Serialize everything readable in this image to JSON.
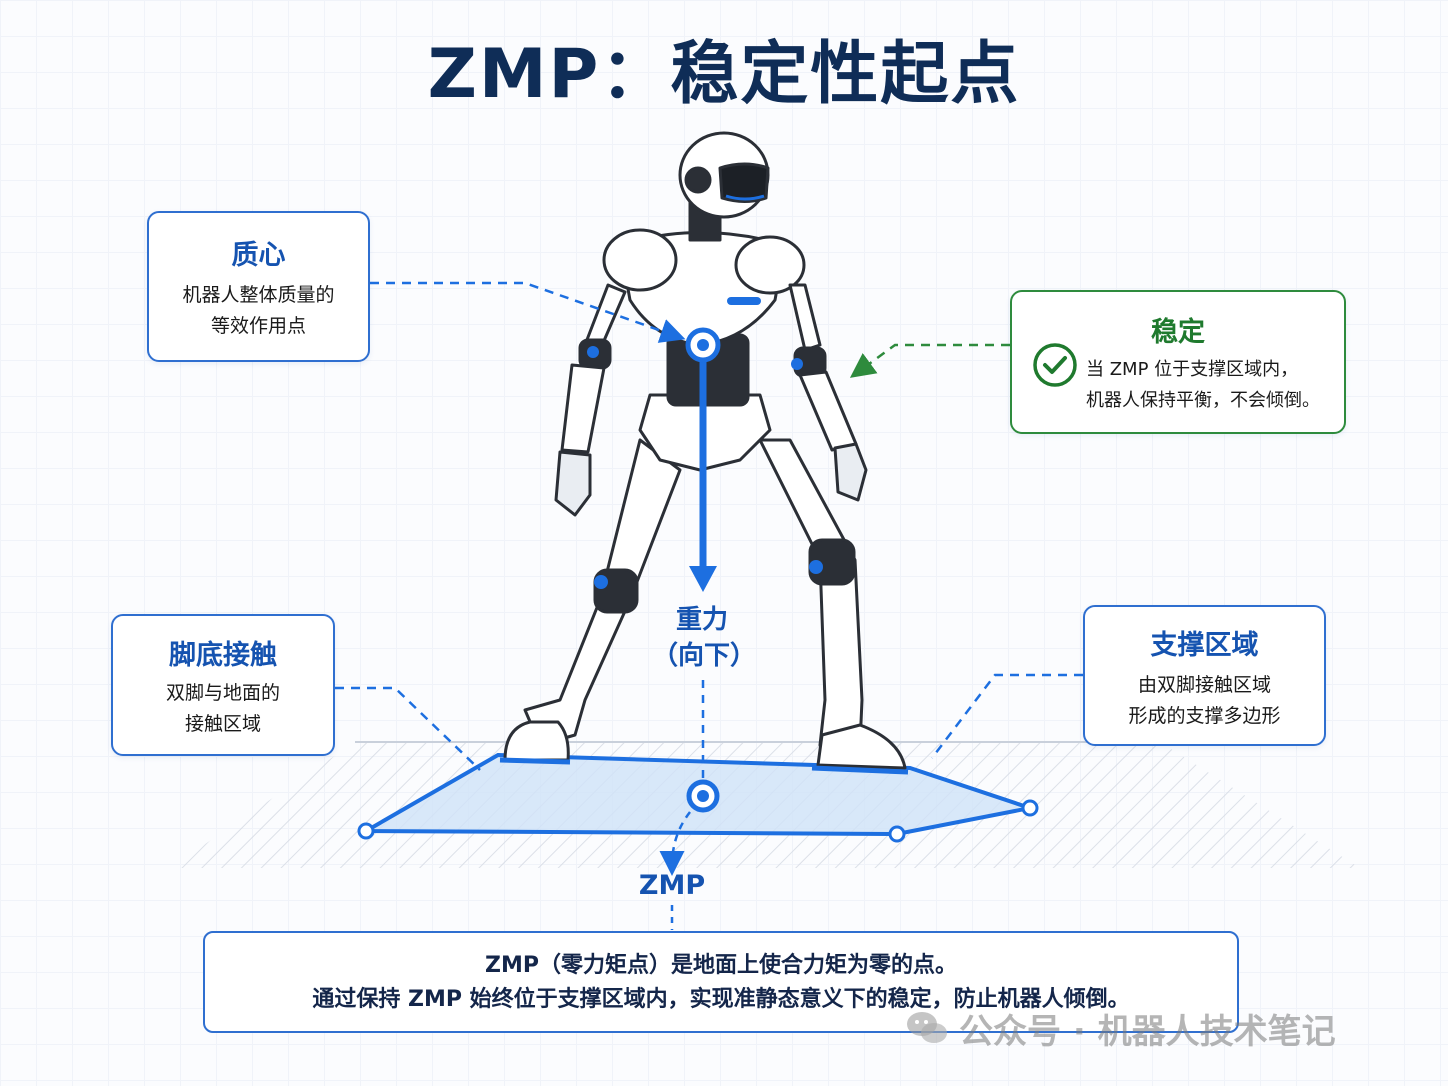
{
  "title": "ZMP：稳定性起点",
  "cards": {
    "com": {
      "title": "质心",
      "body": "机器人整体质量的\n等效作用点"
    },
    "stable": {
      "title": "稳定",
      "body_line1": "当 ZMP 位于支撑区域内，",
      "body_line2": "机器人保持平衡，不会倾倒。"
    },
    "foot": {
      "title": "脚底接触",
      "body": "双脚与地面的\n接触区域"
    },
    "support": {
      "title": "支撑区域",
      "body": "由双脚接触区域\n形成的支撑多边形"
    }
  },
  "gravity": "重力\n（向下）",
  "zmp": "ZMP",
  "bottom": {
    "line1": "ZMP（零力矩点）是地面上使合力矩为零的点。",
    "line2": "通过保持 ZMP 始终位于支撑区域内，实现准静态意义下的稳定，防止机器人倾倒。"
  },
  "watermark": "公众号 · 机器人技术笔记",
  "colors": {
    "accent": "#1d6fe0",
    "navy": "#0f2d57",
    "green": "#1f7a2e",
    "robot_dark": "#2b2f36"
  },
  "icons": [
    "check-circle-icon",
    "wechat-icon"
  ]
}
